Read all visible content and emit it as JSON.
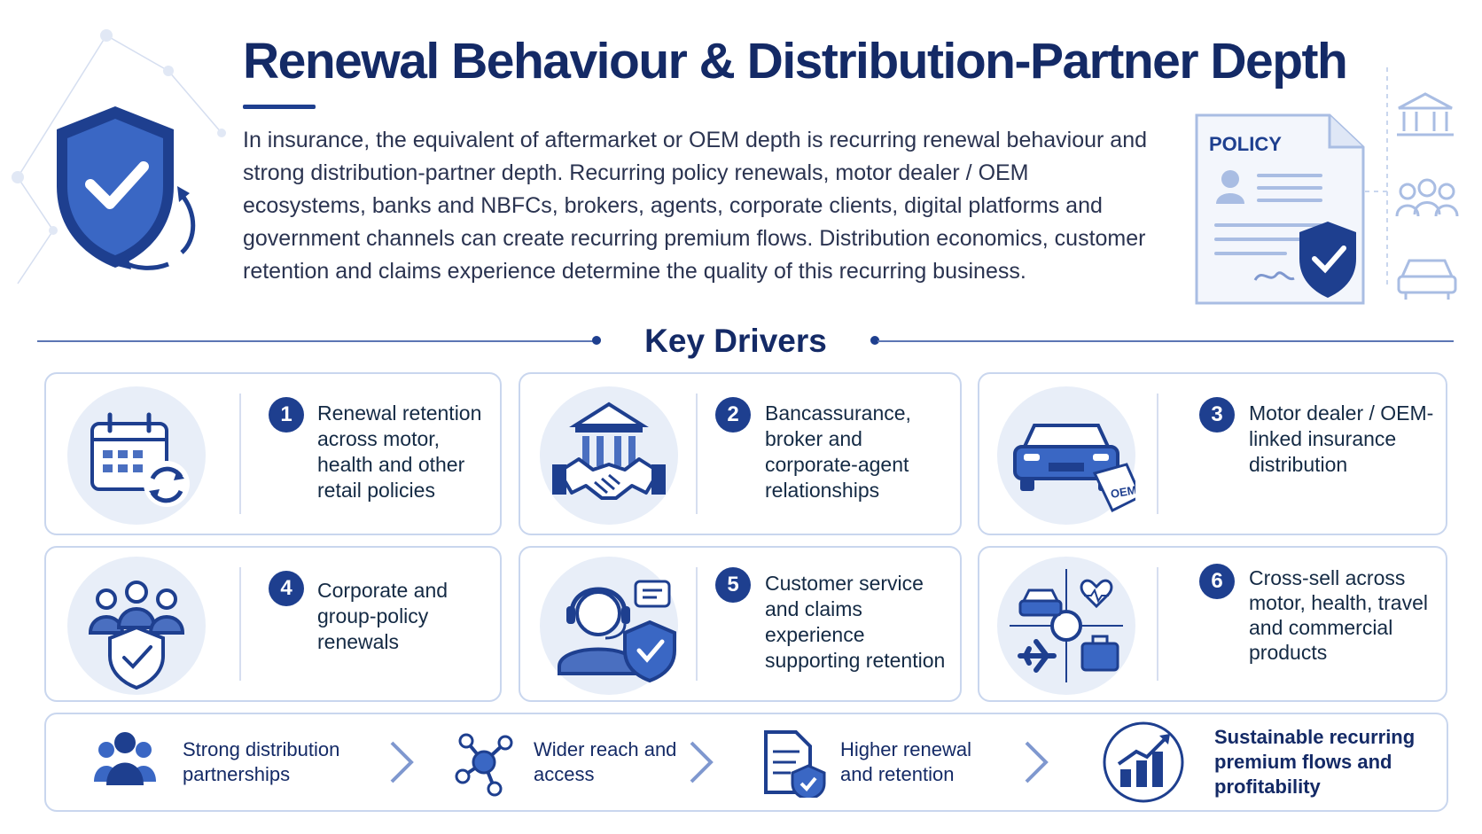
{
  "header": {
    "title": "Renewal Behaviour & Distribution-Partner Depth",
    "intro": "In insurance, the equivalent of aftermarket or OEM depth is recurring renewal behaviour and strong distribution-partner depth. Recurring policy renewals, motor dealer / OEM ecosystems, banks and NBFCs, brokers, agents, corporate clients, digital platforms and government channels can create recurring premium flows. Distribution economics, customer retention and claims experience determine the quality of this recurring business."
  },
  "policy_graphic": {
    "label": "POLICY",
    "oem_tag": "OEM"
  },
  "key_drivers": {
    "title": "Key Drivers",
    "items": [
      {
        "number": "1",
        "label": "Renewal retention across motor, health and other retail policies",
        "icon": "calendar-renewal-icon"
      },
      {
        "number": "2",
        "label": "Bancassurance, broker and corporate-agent relationships",
        "icon": "bank-handshake-icon"
      },
      {
        "number": "3",
        "label": "Motor dealer / OEM-linked insurance distribution",
        "icon": "car-oem-icon"
      },
      {
        "number": "4",
        "label": "Corporate and group-policy renewals",
        "icon": "group-shield-icon"
      },
      {
        "number": "5",
        "label": "Customer service and claims experience supporting retention",
        "icon": "support-agent-icon"
      },
      {
        "number": "6",
        "label": "Cross-sell across motor, health, travel and commercial products",
        "icon": "cross-sell-icon"
      }
    ]
  },
  "flow": [
    {
      "label": "Strong distribution partnerships",
      "icon": "people-icon"
    },
    {
      "label": "Wider reach and access",
      "icon": "network-icon"
    },
    {
      "label": "Higher renewal and retention",
      "icon": "document-shield-icon"
    },
    {
      "label": "Sustainable recurring premium flows and profitability",
      "icon": "growth-chart-icon"
    }
  ],
  "colors": {
    "primary": "#1e3f8f",
    "title": "#142a66",
    "accent": "#4a6fc0",
    "light": "#e8eef8",
    "border": "#c9d6ee"
  }
}
